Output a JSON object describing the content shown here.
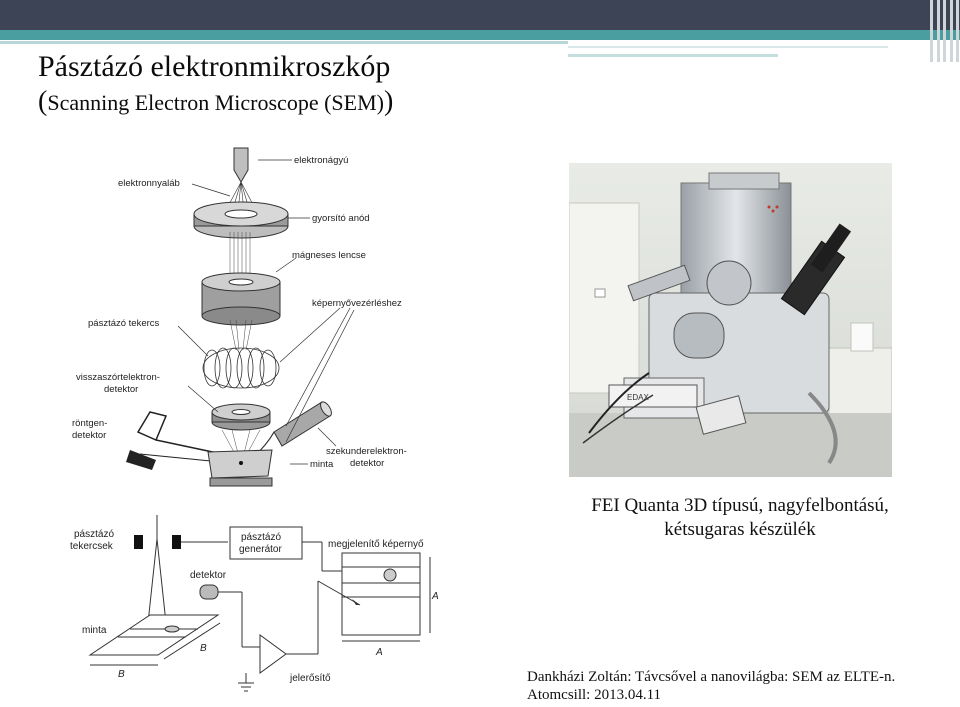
{
  "slide": {
    "title": "Pásztázó elektronmikroszkóp",
    "subtitle_open": "(",
    "subtitle_text": "Scanning Electron Microscope (SEM)",
    "subtitle_close": ")"
  },
  "diagram_top": {
    "labels": {
      "gun": "elektronágyú",
      "beam": "elektronnyaláb",
      "anode": "gyorsító anód",
      "lens": "mágneses lencse",
      "screen_ctrl": "képernyővezérléshez",
      "scan_coil": "pásztázó tekercs",
      "bse_1": "visszaszórtelektron-",
      "bse_2": "detektor",
      "xray_1": "röntgen-",
      "xray_2": "detektor",
      "se_1": "szekunderelektron-",
      "se_2": "detektor",
      "sample": "minta"
    }
  },
  "diagram_bottom": {
    "labels": {
      "coils_1": "pásztázó",
      "coils_2": "tekercsek",
      "generator_1": "pásztázó",
      "generator_2": "generátor",
      "display": "megjelenítő képernyő",
      "detector": "detektor",
      "sample": "minta",
      "amplifier": "jelerősítő",
      "dim_a": "A",
      "dim_a2": "A",
      "dim_b": "B",
      "dim_b2": "B"
    }
  },
  "photo": {
    "brand_label": "EDAX"
  },
  "caption": {
    "line1": "FEI Quanta 3D típusú, nagyfelbontású,",
    "line2": "kétsugaras készülék"
  },
  "credit": {
    "line1": "Dankházi Zoltán: Távcsővel a nanovilágba: SEM az ELTE-n.",
    "line2": "Atomcsill: 2013.04.11"
  },
  "colors": {
    "header_dark": "#3d4455",
    "header_teal": "#4b9ea0"
  }
}
